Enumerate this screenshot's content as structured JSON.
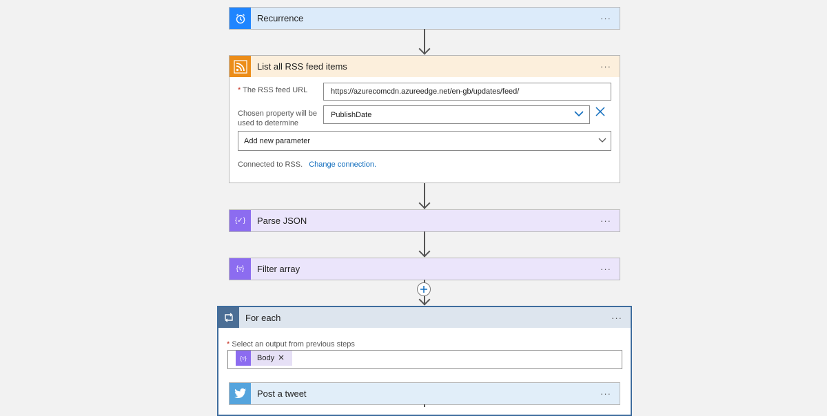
{
  "recurrence": {
    "title": "Recurrence",
    "color": "#1f85ff"
  },
  "rss": {
    "title": "List all RSS feed items",
    "color": "#ec8d19",
    "feed_url_label": "The RSS feed URL",
    "feed_url_value": "https://azurecomcdn.azureedge.net/en-gb/updates/feed/",
    "chosen_property_label": "Chosen property will be used to determine",
    "chosen_property_value": "PublishDate",
    "add_param_label": "Add new parameter",
    "connected_text": "Connected to RSS.",
    "change_connection": "Change connection."
  },
  "parse_json": {
    "title": "Parse JSON",
    "icon_text": "{✓}",
    "color": "#8c6cf0"
  },
  "filter_array": {
    "title": "Filter array",
    "icon_text": "{▿}",
    "color": "#8c6cf0"
  },
  "for_each": {
    "title": "For each",
    "color": "#4b6e95",
    "select_label": "Select an output from previous steps",
    "token_label": "Body",
    "token_icon_text": "{▿}"
  },
  "tweet": {
    "title": "Post a tweet",
    "color": "#55a4dd"
  },
  "more_menu_label": "···",
  "required_mark": "*"
}
